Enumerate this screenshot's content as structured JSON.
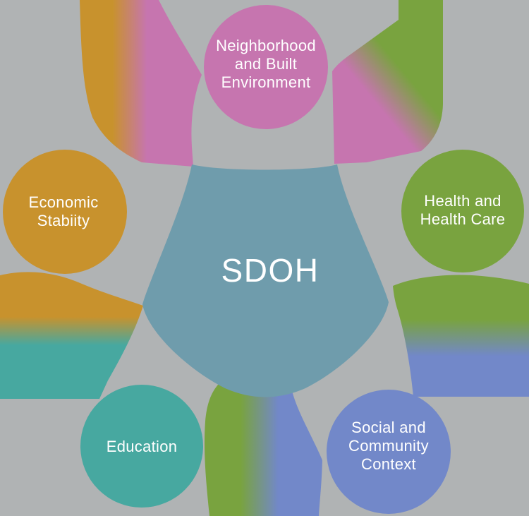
{
  "diagram": {
    "kind": "sdoh-venn-diagram",
    "background_color": "#b0b3b4",
    "text_color": "#ffffff",
    "center": {
      "label": "SDOH",
      "color": "#6f9cac"
    },
    "nodes": [
      {
        "id": "neighborhood",
        "lines": [
          "Neighborhood",
          "and Built",
          "Environment"
        ],
        "color": "#c675af"
      },
      {
        "id": "economic",
        "lines": [
          "Economic",
          "Stabiity"
        ],
        "color": "#c8922d"
      },
      {
        "id": "health",
        "lines": [
          "Health and",
          "Health Care"
        ],
        "color": "#79a33f"
      },
      {
        "id": "education",
        "lines": [
          "Education"
        ],
        "color": "#47a8a0"
      },
      {
        "id": "social",
        "lines": [
          "Social and",
          "Community",
          "Context"
        ],
        "color": "#7288c9"
      }
    ],
    "ribbons": [
      {
        "id": "economic-to-neighborhood",
        "from": "#c8922d",
        "to": "#c675af"
      },
      {
        "id": "neighborhood-to-health",
        "from": "#c675af",
        "to": "#79a33f"
      },
      {
        "id": "economic-to-education",
        "from": "#c8922d",
        "to": "#47a8a0"
      },
      {
        "id": "education-to-social",
        "from": "#79a33f",
        "to": "#7288c9"
      },
      {
        "id": "health-to-social",
        "from": "#79a33f",
        "to": "#7288c9"
      }
    ]
  }
}
